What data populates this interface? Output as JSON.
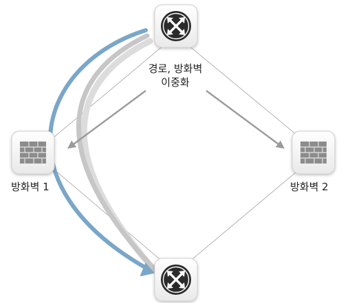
{
  "labels": {
    "top_router_line1": "경로, 방화벽",
    "top_router_line2": "이중화",
    "firewall_1": "방화벽 1",
    "firewall_2": "방화벽 2"
  },
  "icons": {
    "top_router": "router-crossing-arrows-icon",
    "bottom_router": "router-crossing-arrows-icon",
    "firewall_1": "firewall-brick-icon",
    "firewall_2": "firewall-brick-icon"
  },
  "colors": {
    "link_line": "#a6a6a6",
    "failover_arrow": "#7aa6c8",
    "primary_path": "#c9c9c9",
    "direction_arrow": "#9a9a9a",
    "router_body": "#2b2b2b",
    "firewall_brick": "#8c8c8c"
  }
}
